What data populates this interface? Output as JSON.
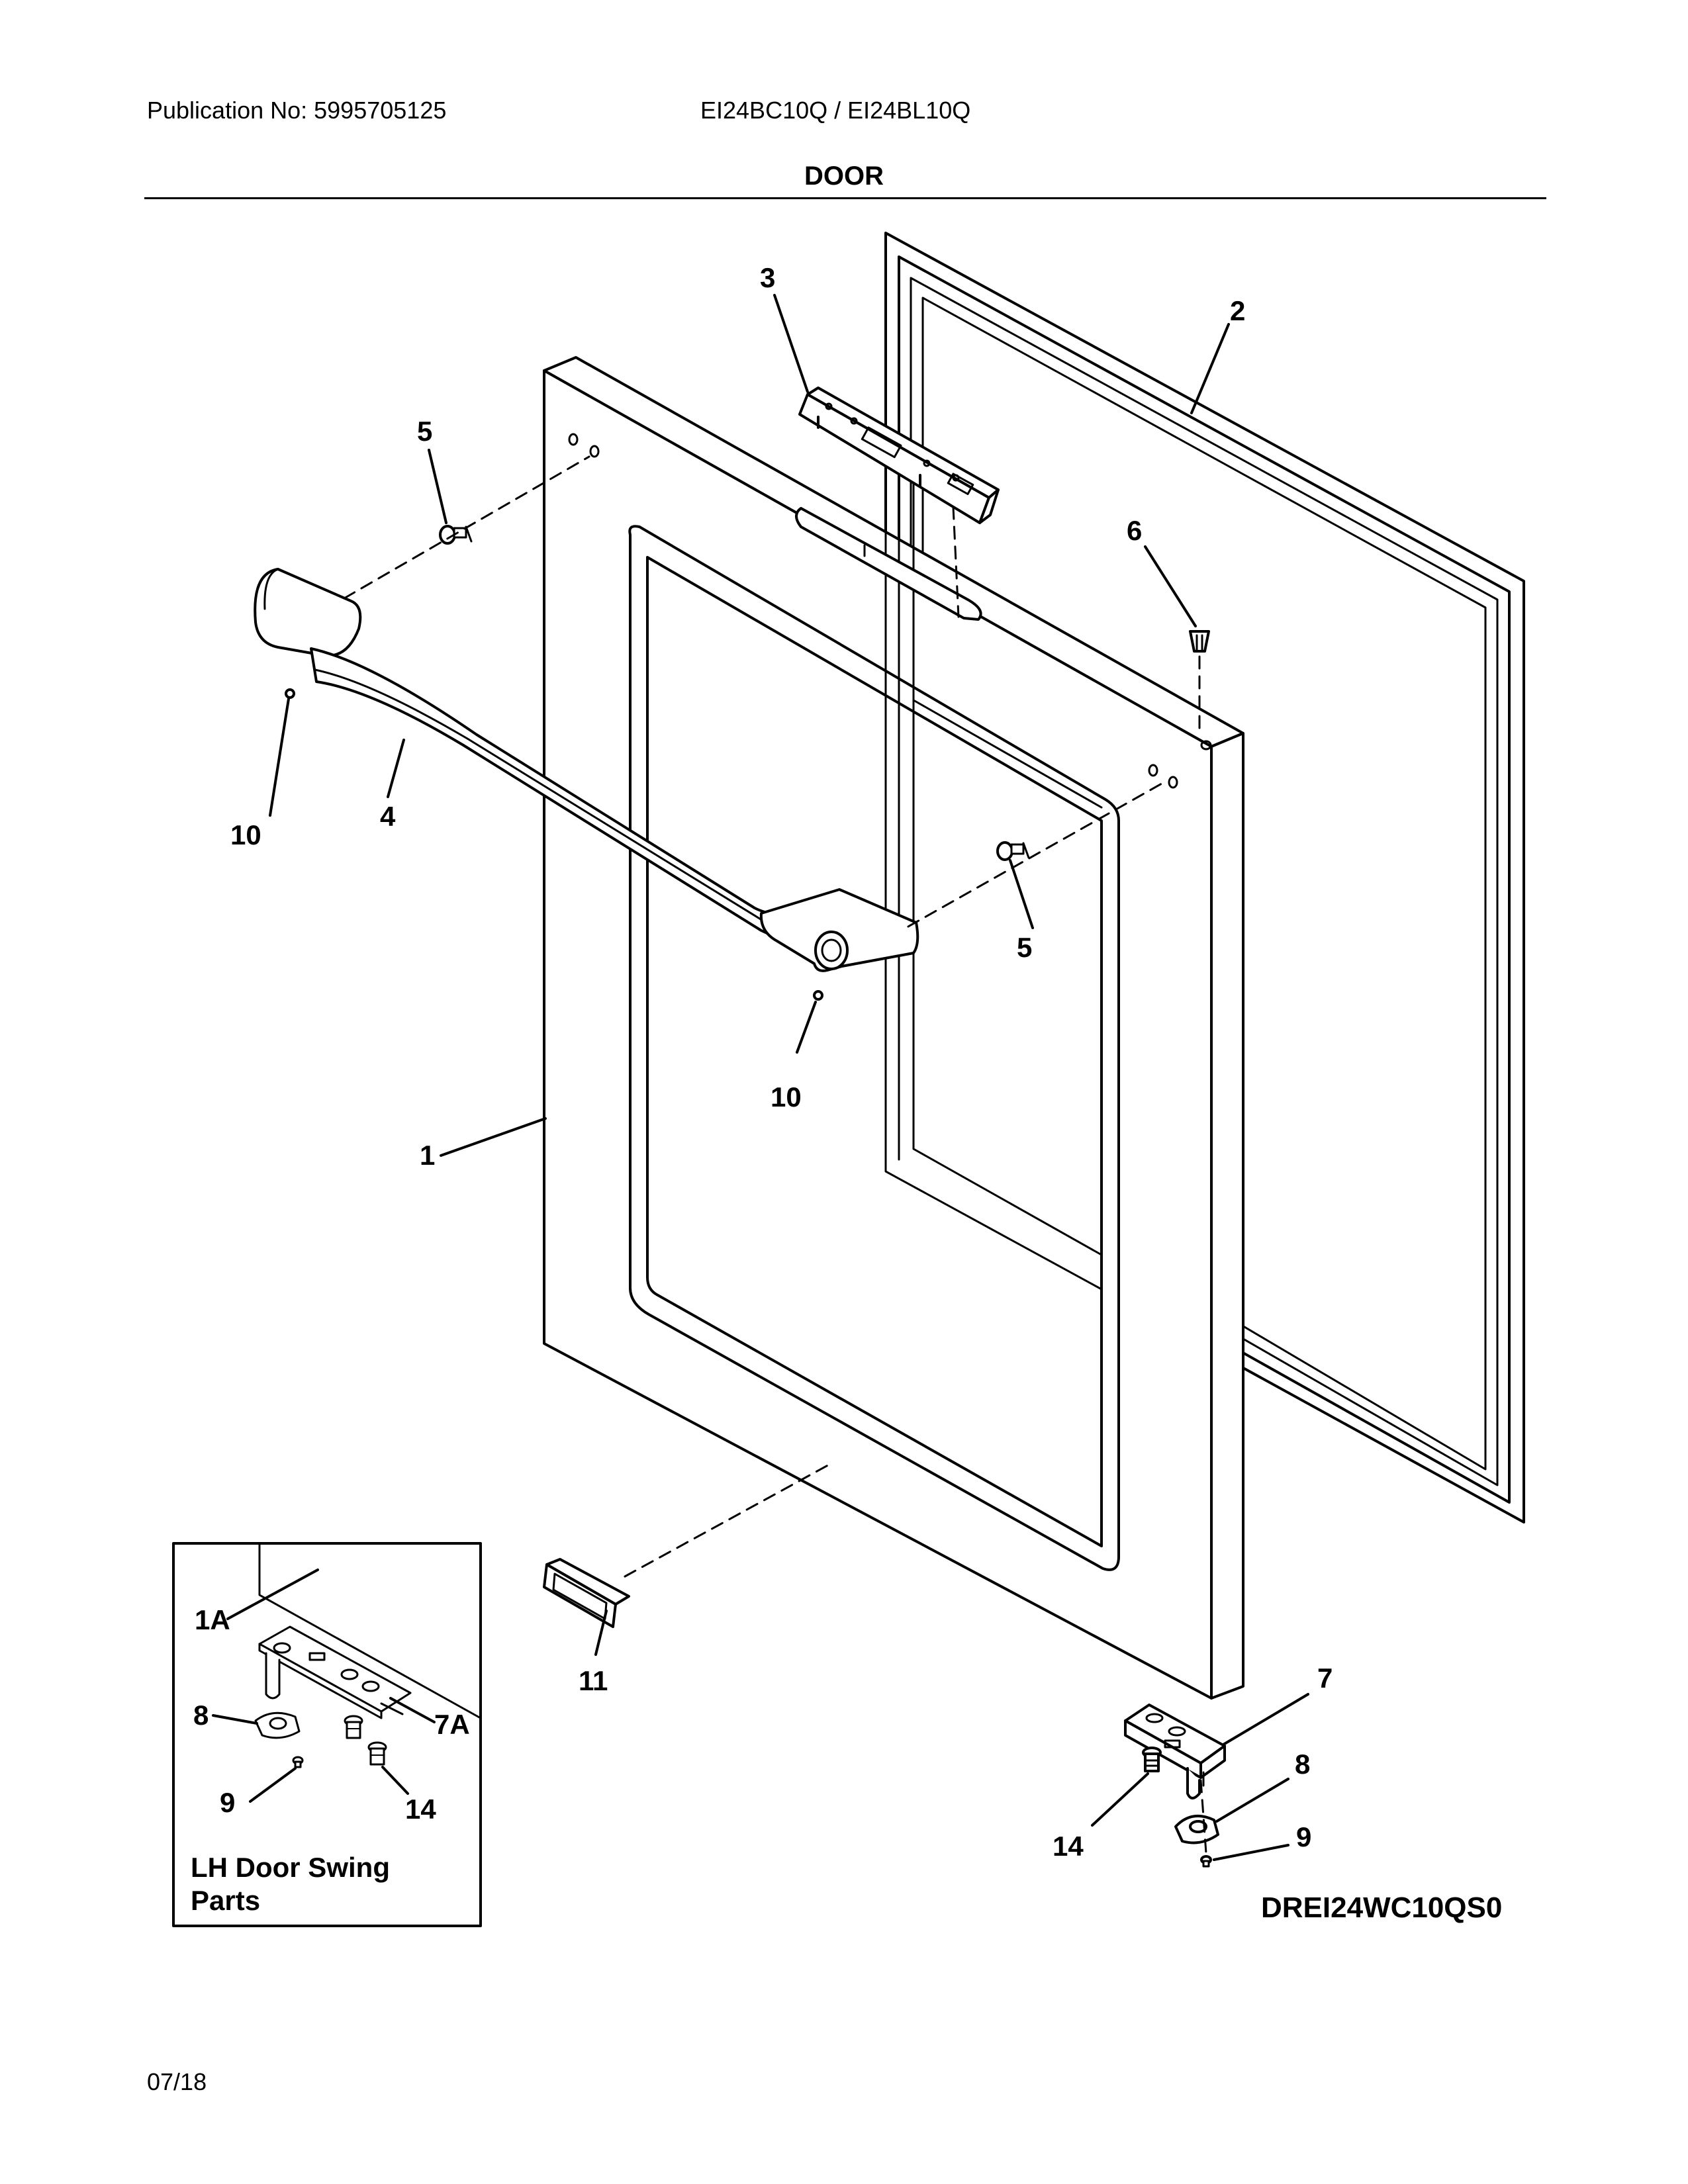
{
  "header": {
    "publication": "Publication No: 5995705125",
    "model": "EI24BC10Q / EI24BL10Q",
    "section_title": "DOOR"
  },
  "callouts": {
    "c1": "1",
    "c2": "2",
    "c3": "3",
    "c4": "4",
    "c5a": "5",
    "c5b": "5",
    "c6": "6",
    "c7": "7",
    "c8": "8",
    "c9": "9",
    "c10a": "10",
    "c10b": "10",
    "c11": "11",
    "c14": "14"
  },
  "inset": {
    "c1A": "1A",
    "c7A": "7A",
    "c8": "8",
    "c9": "9",
    "c14": "14",
    "label_line1": "LH Door Swing",
    "label_line2": "Parts"
  },
  "footer": {
    "drawing_id": "DREI24WC10QS0",
    "date": "07/18"
  }
}
